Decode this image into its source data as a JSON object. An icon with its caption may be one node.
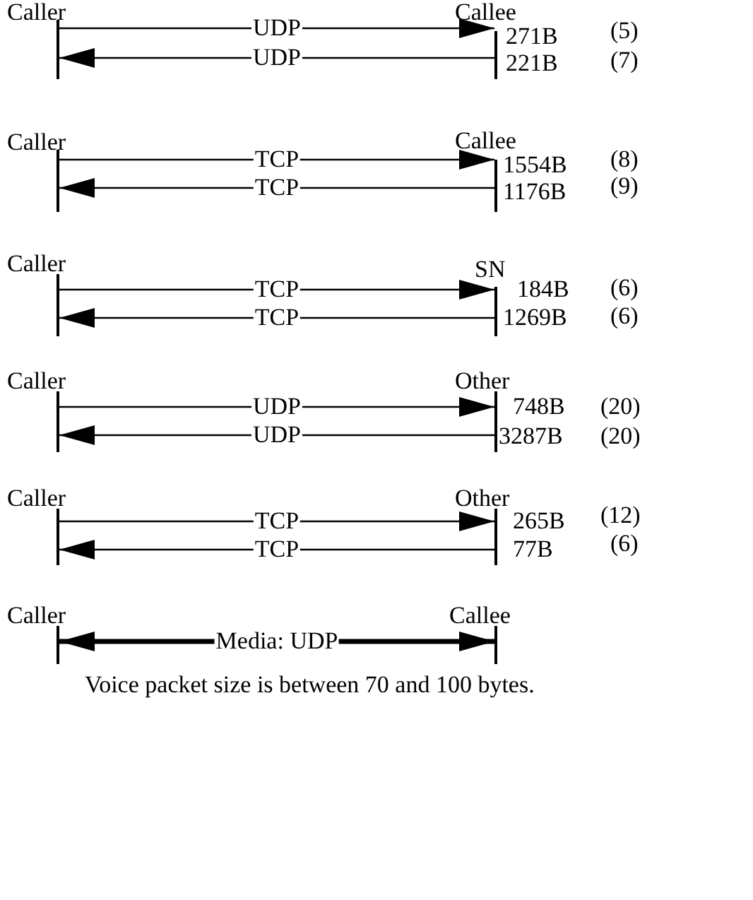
{
  "diagram": {
    "caption": "Voice packet size is between 70 and 100 bytes.",
    "nodes": [
      {
        "text": [
          "Caller"
        ]
      },
      {
        "text": [
          "Callee"
        ]
      },
      {
        "text": [
          "Caller"
        ]
      },
      {
        "text": [
          "Callee"
        ]
      },
      {
        "text": [
          "Caller"
        ]
      },
      {
        "text": [
          "SN"
        ]
      },
      {
        "text": [
          "Caller"
        ]
      },
      {
        "text": [
          "Other"
        ]
      },
      {
        "text": [
          "Caller"
        ]
      },
      {
        "text": [
          "Other"
        ]
      },
      {
        "text": [
          "Caller"
        ]
      },
      {
        "text": [
          "Callee"
        ]
      }
    ],
    "edges": [
      {
        "from": 0,
        "to": 1,
        "arrow": "to",
        "label": "UDP"
      },
      {
        "from": 1,
        "to": 0,
        "arrow": "to",
        "label": "UDP"
      },
      {
        "from": 2,
        "to": 3,
        "arrow": "to",
        "label": "TCP"
      },
      {
        "from": 3,
        "to": 2,
        "arrow": "to",
        "label": "TCP"
      },
      {
        "from": 4,
        "to": 5,
        "arrow": "to",
        "label": "TCP"
      },
      {
        "from": 5,
        "to": 4,
        "arrow": "to",
        "label": "TCP"
      },
      {
        "from": 6,
        "to": 7,
        "arrow": "to",
        "label": "UDP"
      },
      {
        "from": 7,
        "to": 6,
        "arrow": "to",
        "label": "UDP"
      },
      {
        "from": 8,
        "to": 9,
        "arrow": "to",
        "label": "TCP"
      },
      {
        "from": 9,
        "to": 8,
        "arrow": "to",
        "label": "TCP"
      },
      {
        "from": 10,
        "to": 11,
        "arrow": "both",
        "label": "Media: UDP",
        "style": "thick"
      }
    ],
    "labels": [
      "271B",
      "(5)",
      "221B",
      "(7)",
      "1554B",
      "(8)",
      "1176B",
      "(9)",
      "184B",
      "(6)",
      "1269B",
      "(6)",
      "748B",
      "(20)",
      "3287B",
      "(20)",
      "265B",
      "(12)",
      "77B",
      "(6)"
    ]
  }
}
